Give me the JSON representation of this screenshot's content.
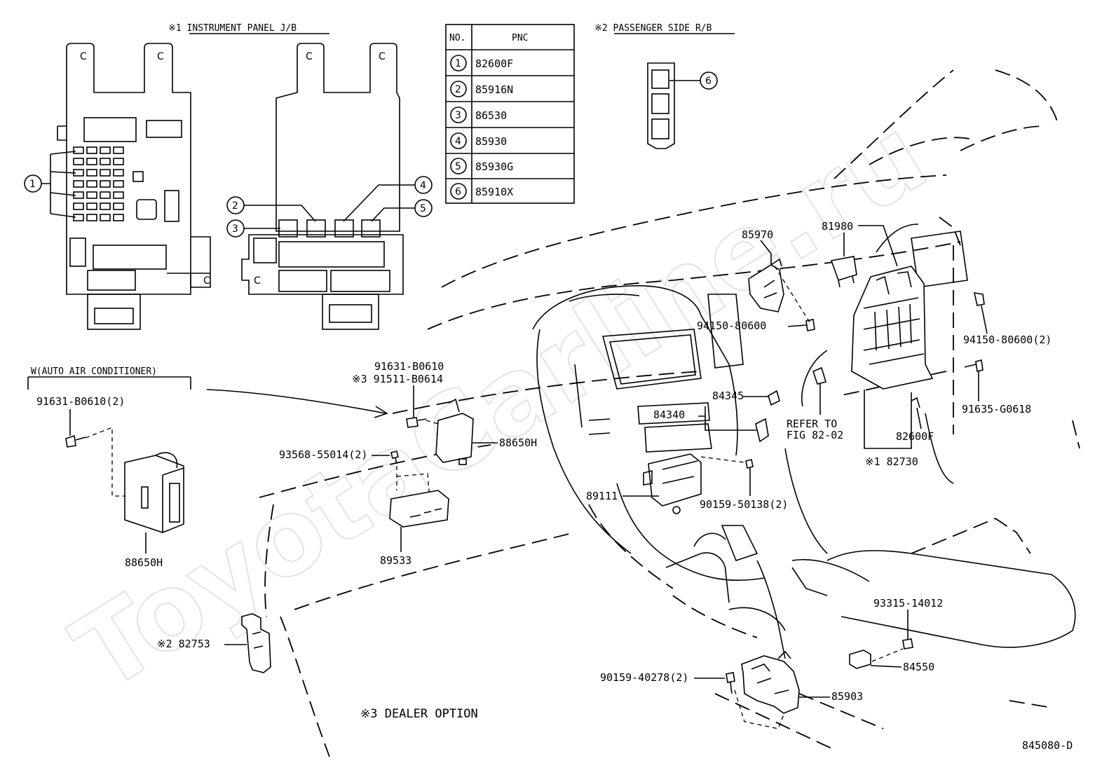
{
  "headings": {
    "instrument_panel_jb": "※1 INSTRUMENT PANEL J/B",
    "passenger_side_rb": "※2 PASSENGER SIDE R/B",
    "auto_air_conditioner": "W(AUTO AIR CONDITIONER)",
    "dealer_option": "※3  DEALER OPTION"
  },
  "table": {
    "header_no": "NO.",
    "header_pnc": "PNC",
    "rows": [
      {
        "no": "1",
        "pnc": "82600F"
      },
      {
        "no": "2",
        "pnc": "85916N"
      },
      {
        "no": "3",
        "pnc": "86530"
      },
      {
        "no": "4",
        "pnc": "85930"
      },
      {
        "no": "5",
        "pnc": "85930G"
      },
      {
        "no": "6",
        "pnc": "85910X"
      }
    ]
  },
  "callouts": {
    "c1": "1",
    "c2": "2",
    "c3": "3",
    "c4": "4",
    "c5": "5",
    "c6": "6"
  },
  "labels": {
    "p85970": "85970",
    "p81980": "81980",
    "p94150_a": "94150-80600",
    "p94150_b": "94150-80600(2)",
    "p91635": "91635-G0618",
    "p84345": "84345",
    "p84340": "84340",
    "refer_to": "REFER TO",
    "fig": "FIG 82-02",
    "p82600f": "82600F",
    "p82730": "※1 82730",
    "p91631_top": "91631-B0610",
    "p91511": "※3 91511-B0614",
    "p88650h_a": "88650H",
    "p93568": "93568-55014(2)",
    "p89111": "89111",
    "p90159_50138": "90159-50138(2)",
    "p89533": "89533",
    "p91631_left": "91631-B0610(2)",
    "p88650h_b": "88650H",
    "p82753": "※2 82753",
    "p93315": "93315-14012",
    "p84550": "84550",
    "p90159_40278": "90159-40278(2)",
    "p85903": "85903",
    "fig_code": "845080-D"
  },
  "watermark": "ToyotaCarline.ru"
}
